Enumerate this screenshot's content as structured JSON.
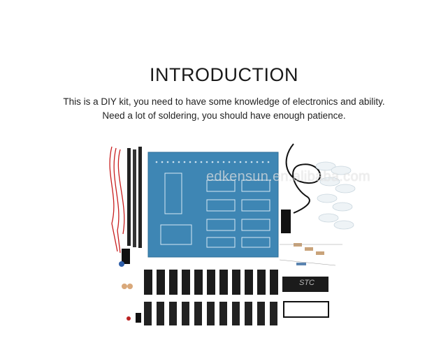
{
  "heading": "INTRODUCTION",
  "intro_lines": [
    "This is a DIY kit, you need to have some knowledge of electronics and ability.",
    "Need a lot of soldering, you should have enough patience."
  ],
  "watermark": "edkensun.en.alibaba.com",
  "chip_marking": "STC",
  "colors": {
    "pcb": "#3e86b4",
    "chip": "#1b1b1b",
    "socket": "#111111",
    "wire_red": "#c81e1e",
    "background": "#ffffff"
  }
}
